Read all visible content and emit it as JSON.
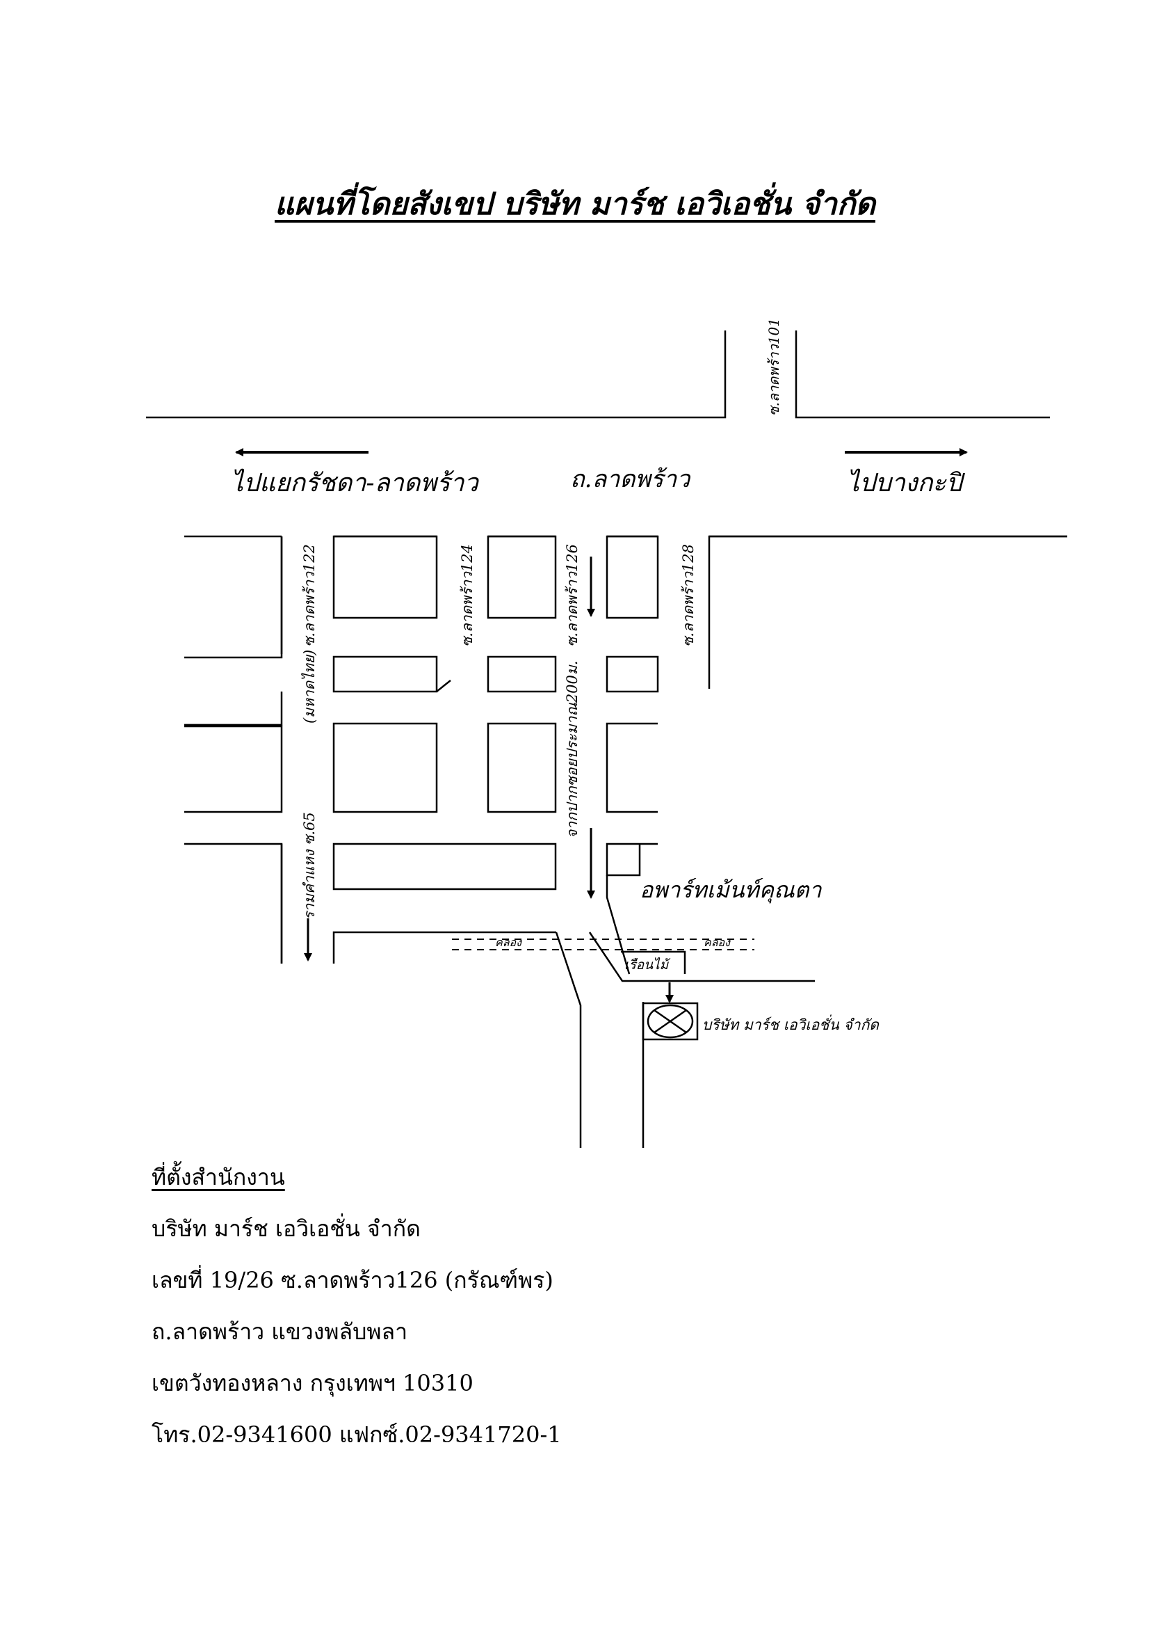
{
  "title": "แผนที่โดยสังเขป บริษัท มาร์ช เอวิเอชั่น จำกัด",
  "map": {
    "main_road": "ถ.ลาดพร้าว",
    "direction_left": "ไปแยกรัชดา-ลาดพร้าว",
    "direction_right": "ไปบางกะปิ",
    "soi_101": "ซ.ลาดพร้าว101",
    "soi_122": "ซ.ลาดพร้าว122",
    "soi_122_alt": "(มหาดไทย)",
    "soi_124": "ซ.ลาดพร้าว124",
    "soi_126": "ซ.ลาดพร้าว126",
    "soi_128": "ซ.ลาดพร้าว128",
    "ramkhamhaeng": "รามคำแหง ซ.65",
    "distance_note": "จากปากซอยประมาณ200ม.",
    "apartment": "อพาร์ทเม้นท์คุณตา",
    "canal_left": "คลอง",
    "canal_right": "คลอง",
    "wooden_house": "เรือนไม้",
    "company_label": "บริษัท มาร์ช เอวิเอชั่น จำกัด"
  },
  "office": {
    "heading": "ที่ตั้งสำนักงาน",
    "company": "บริษัท มาร์ช เอวิเอชั่น จำกัด",
    "address_line1": "เลขที่ 19/26 ซ.ลาดพร้าว126 (กรัณฑ์พร)",
    "address_line2": "ถ.ลาดพร้าว แขวงพลับพลา",
    "address_line3": "เขตวังทองหลาง กรุงเทพฯ 10310",
    "contact": "โทร.02-9341600 แฟกซ์.02-9341720-1"
  }
}
